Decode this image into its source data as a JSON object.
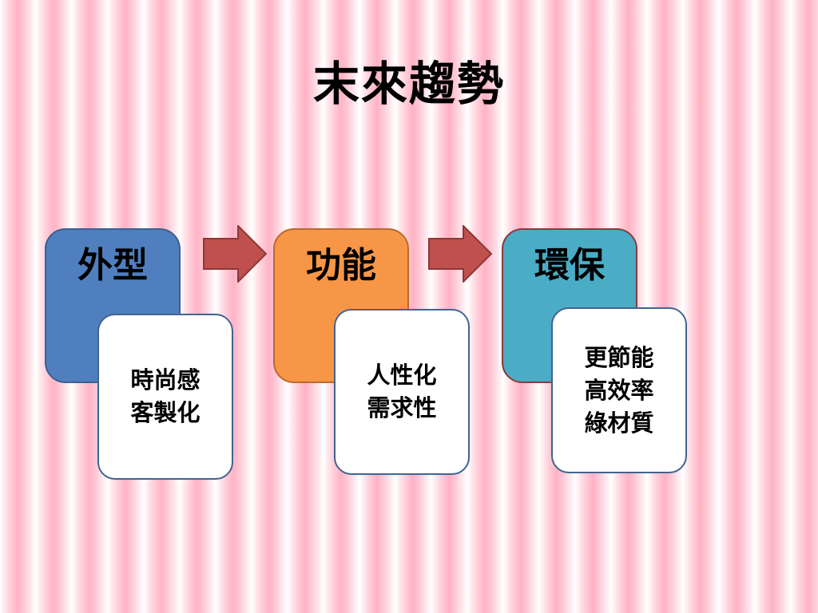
{
  "title": "末來趨勢",
  "stages": [
    {
      "heading": "外型",
      "color": "#4f7fbf",
      "border": "#3c5f8f",
      "items": [
        "時尚感",
        "客製化"
      ]
    },
    {
      "heading": "功能",
      "color": "#f79646",
      "border": "#b96a2e",
      "items": [
        "人性化",
        "需求性"
      ]
    },
    {
      "heading": "環保",
      "color": "#4bacc6",
      "border": "#8a3b3b",
      "items": [
        "更節能",
        "高效率",
        "綠材質"
      ]
    }
  ],
  "arrow_color": "#c0504d",
  "arrow_border": "#8c3836"
}
